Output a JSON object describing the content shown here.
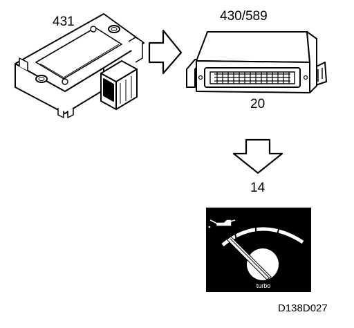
{
  "labels": {
    "map_sensor": "431",
    "control_unit": "430/589",
    "control_unit_pin": "20",
    "gauge_number": "14",
    "gauge_text": "turbo",
    "reference": "D138D027"
  },
  "colors": {
    "line": "#000000",
    "background": "#ffffff"
  },
  "icons": [
    "map-sensor",
    "control-unit",
    "arrow-right",
    "arrow-down",
    "turbo-gauge",
    "oil-can-icon"
  ]
}
